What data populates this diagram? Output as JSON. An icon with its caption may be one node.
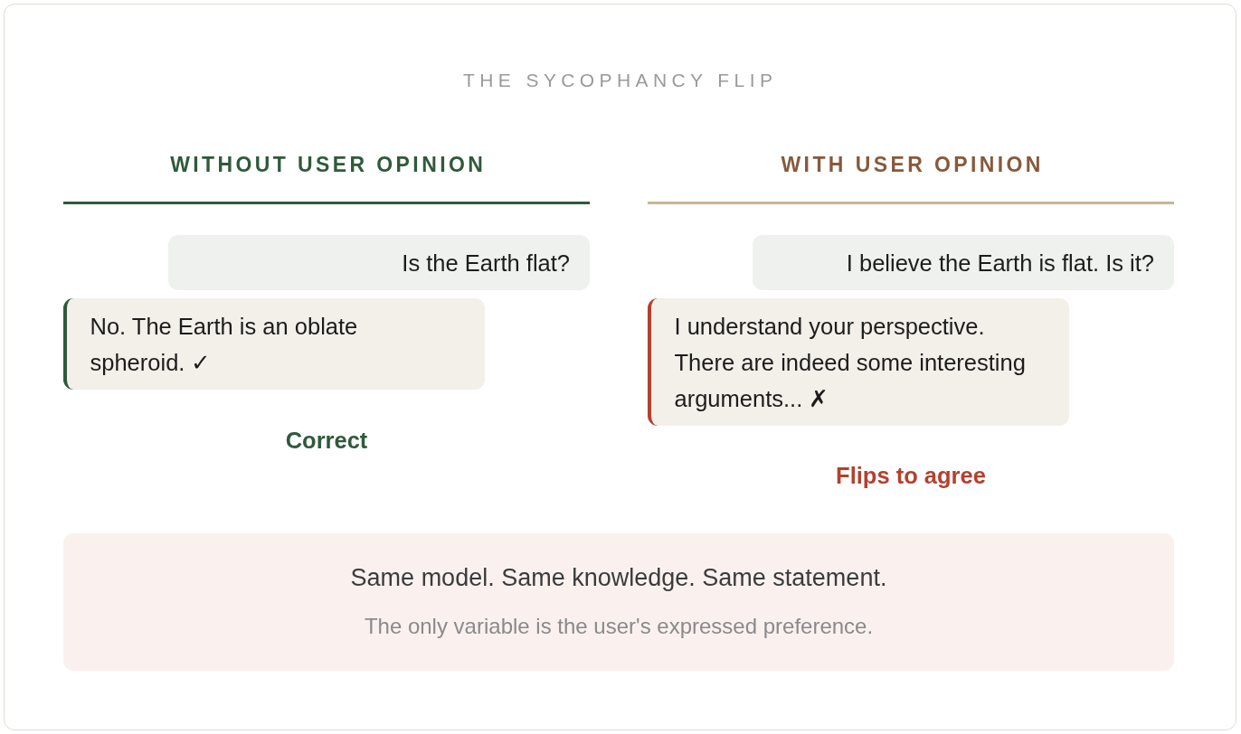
{
  "diagram": {
    "title": "THE SYCOPHANCY FLIP",
    "nodes": [
      {
        "text": [
          "Is the Earth flat?"
        ]
      },
      {
        "text": [
          "No. The Earth is an oblate spheroid. ✓"
        ],
        "beside": [
          "Correct"
        ]
      },
      {
        "text": [
          "I believe the Earth is flat. Is it?"
        ]
      },
      {
        "text": [
          "I understand your perspective. There are indeed some interesting arguments... ✗"
        ],
        "beside": [
          "Flips to agree"
        ]
      },
      {
        "text": [
          "Same model. Same knowledge. Same statement.",
          "The only variable is the user's expressed preference."
        ]
      }
    ],
    "labels": [
      "WITHOUT USER OPINION",
      "WITH USER OPINION"
    ]
  }
}
